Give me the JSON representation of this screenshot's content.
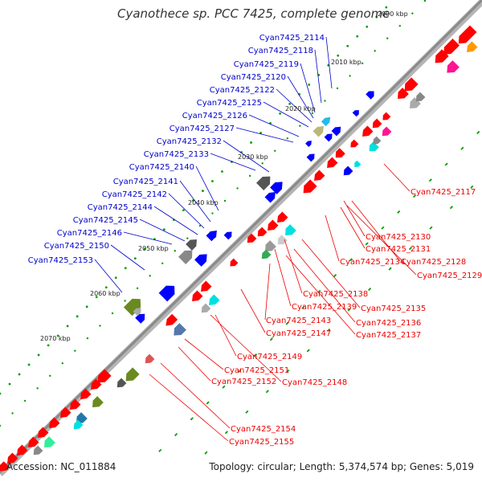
{
  "title": "Cyanothece sp. PCC 7425, complete genome",
  "footer": {
    "accession": "Accession: NC_011884",
    "topology": "Topology: circular; Length: 5,374,574 bp; Genes: 5,019"
  },
  "colors": {
    "backbone": "#8a8a8a",
    "plus_label": "#0000cc",
    "minus_label": "#ee0000",
    "gc_dots": "#00a000",
    "gene_red": "#ff0000",
    "gene_blue": "#0000ff",
    "gene_grey": "#888888",
    "gene_olive": "#6a8a20",
    "gene_cyan": "#00e0e0",
    "gene_pink": "#ff1493",
    "gene_orange": "#ff9900"
  },
  "ticks": [
    "2000 kbp",
    "2010 kbp",
    "2020 kbp",
    "2030 kbp",
    "2040 kbp",
    "2050 kbp",
    "2060 kbp",
    "2070 kbp"
  ],
  "plus_labels": [
    "Cyan7425_2114",
    "Cyan7425_2118",
    "Cyan7425_2119",
    "Cyan7425_2120",
    "Cyan7425_2122",
    "Cyan7425_2125",
    "Cyan7425_2126",
    "Cyan7425_2127",
    "Cyan7425_2132",
    "Cyan7425_2133",
    "Cyan7425_2140",
    "Cyan7425_2141",
    "Cyan7425_2142",
    "Cyan7425_2144",
    "Cyan7425_2145",
    "Cyan7425_2146",
    "Cyan7425_2150",
    "Cyan7425_2153"
  ],
  "minus_labels": [
    "Cyan7425_2117",
    "Cyan7425_2130",
    "Cyan7425_2131",
    "Cyan7425_2134",
    "Cyan7425_2128",
    "Cyan7425_2129",
    "Cyan7425_2138",
    "Cyan7425_2139",
    "Cyan7425_2135",
    "Cyan7425_2143",
    "Cyan7425_2136",
    "Cyan7425_2147",
    "Cyan7425_2137",
    "Cyan7425_2149",
    "Cyan7425_2151",
    "Cyan7425_2152",
    "Cyan7425_2148",
    "Cyan7425_2154",
    "Cyan7425_2155"
  ]
}
